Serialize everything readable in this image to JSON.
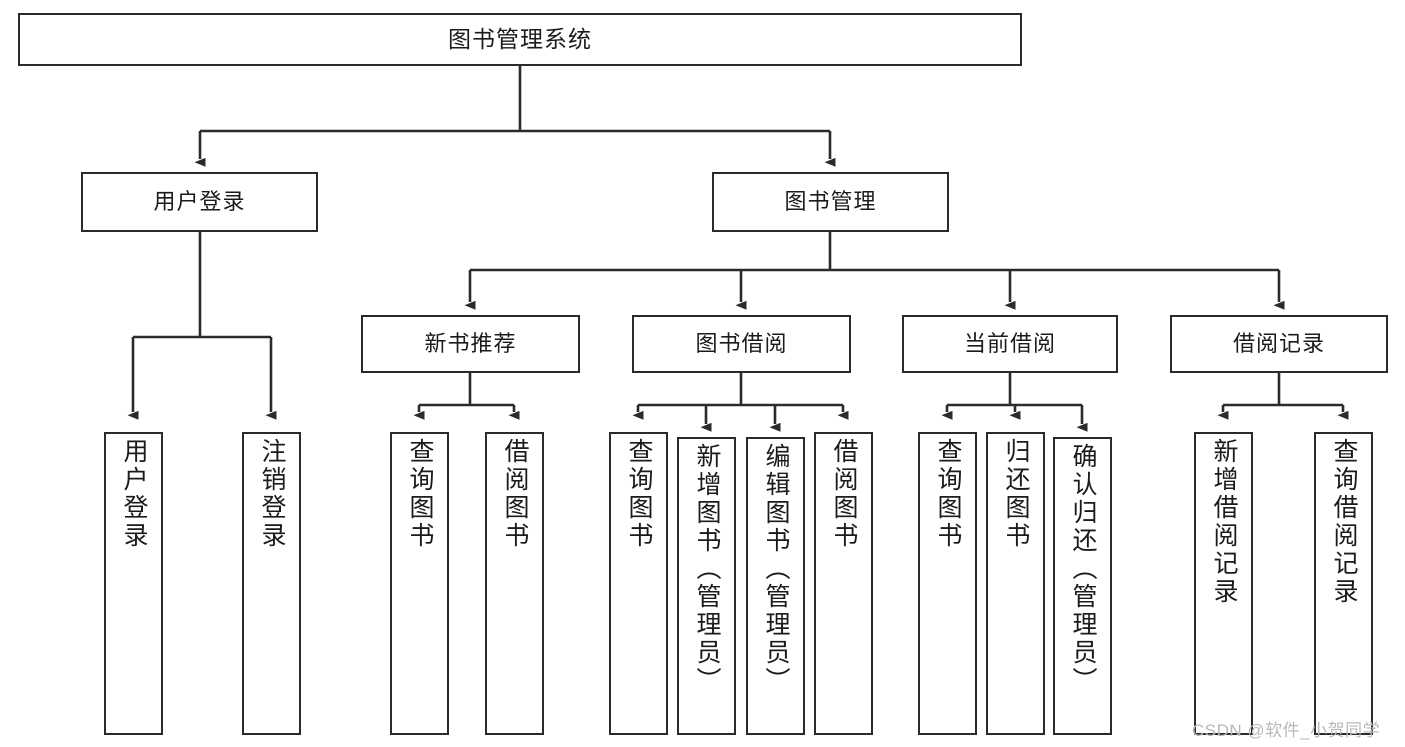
{
  "diagram": {
    "type": "tree-hierarchy-chart",
    "title": "图书管理系统",
    "orientation": "top-down",
    "box_fill": "#ffffff",
    "box_stroke": "#2b2b2b",
    "connector_color": "#2b2b2b",
    "connector_style": "orthogonal-elbow-with-arrowheads",
    "levels": 4,
    "nodes": {
      "root": {
        "label": "图书管理系统",
        "level": 1
      },
      "user_login": {
        "label": "用户登录",
        "level": 2
      },
      "book_manage": {
        "label": "图书管理",
        "level": 2
      },
      "new_book_rec": {
        "label": "新书推荐",
        "level": 3
      },
      "book_borrow": {
        "label": "图书借阅",
        "level": 3
      },
      "current_borrow": {
        "label": "当前借阅",
        "level": 3
      },
      "borrow_record": {
        "label": "借阅记录",
        "level": 3
      },
      "leaf_user_login": {
        "label": "用户登录",
        "level": 4
      },
      "leaf_logout": {
        "label": "注销登录",
        "level": 4
      },
      "leaf_query_book_1": {
        "label": "查询图书",
        "level": 4
      },
      "leaf_borrow_book_1": {
        "label": "借阅图书",
        "level": 4
      },
      "leaf_query_book_2": {
        "label": "查询图书",
        "level": 4
      },
      "leaf_add_book": {
        "label": "新增图书（管理员）",
        "level": 4
      },
      "leaf_edit_book": {
        "label": "编辑图书（管理员）",
        "level": 4
      },
      "leaf_borrow_book_2": {
        "label": "借阅图书",
        "level": 4
      },
      "leaf_query_book_3": {
        "label": "查询图书",
        "level": 4
      },
      "leaf_return_book": {
        "label": "归还图书",
        "level": 4
      },
      "leaf_confirm_return": {
        "label": "确认归还（管理员）",
        "level": 4
      },
      "leaf_add_record": {
        "label": "新增借阅记录",
        "level": 4
      },
      "leaf_query_record": {
        "label": "查询借阅记录",
        "level": 4
      }
    },
    "edges": [
      {
        "from": "root",
        "to": "user_login"
      },
      {
        "from": "root",
        "to": "book_manage"
      },
      {
        "from": "user_login",
        "to": "leaf_user_login"
      },
      {
        "from": "user_login",
        "to": "leaf_logout"
      },
      {
        "from": "book_manage",
        "to": "new_book_rec"
      },
      {
        "from": "book_manage",
        "to": "book_borrow"
      },
      {
        "from": "book_manage",
        "to": "current_borrow"
      },
      {
        "from": "book_manage",
        "to": "borrow_record"
      },
      {
        "from": "new_book_rec",
        "to": "leaf_query_book_1"
      },
      {
        "from": "new_book_rec",
        "to": "leaf_borrow_book_1"
      },
      {
        "from": "book_borrow",
        "to": "leaf_query_book_2"
      },
      {
        "from": "book_borrow",
        "to": "leaf_add_book"
      },
      {
        "from": "book_borrow",
        "to": "leaf_edit_book"
      },
      {
        "from": "book_borrow",
        "to": "leaf_borrow_book_2"
      },
      {
        "from": "current_borrow",
        "to": "leaf_query_book_3"
      },
      {
        "from": "current_borrow",
        "to": "leaf_return_book"
      },
      {
        "from": "current_borrow",
        "to": "leaf_confirm_return"
      },
      {
        "from": "borrow_record",
        "to": "leaf_add_record"
      },
      {
        "from": "borrow_record",
        "to": "leaf_query_record"
      }
    ]
  },
  "watermark": {
    "text": "CSDN @软件_小贺同学",
    "color": "#b9b9b9"
  }
}
